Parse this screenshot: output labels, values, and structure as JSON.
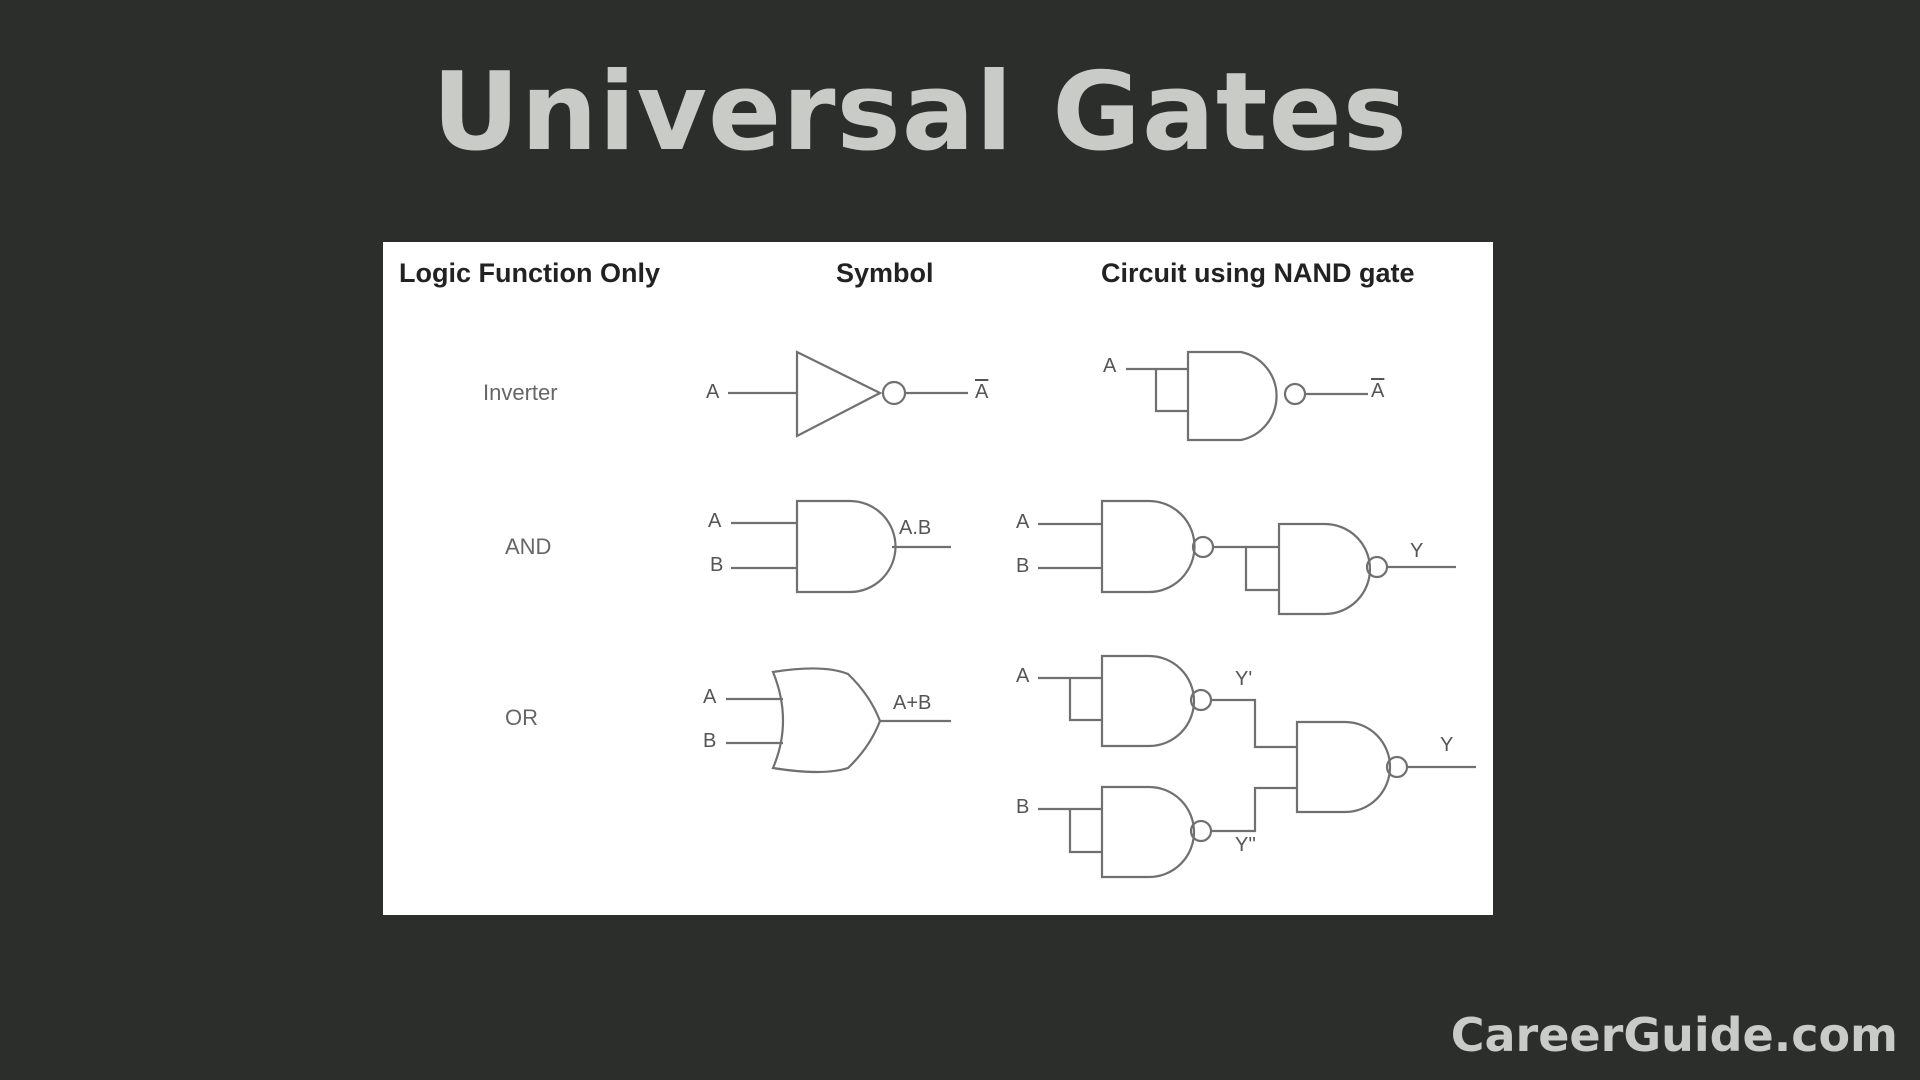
{
  "title": "Universal Gates",
  "brand": "CareerGuide.com",
  "colors": {
    "background": "#2b2e2a",
    "title_text": "#c9cbc7",
    "panel": "#ffffff",
    "line": "#707070"
  },
  "table": {
    "headers": [
      "Logic Function Only",
      "Symbol",
      "Circuit using NAND gate"
    ],
    "rows": [
      {
        "function": "Inverter",
        "symbol": {
          "inputs": [
            "A"
          ],
          "output": "A",
          "output_overline": true,
          "gate": "NOT"
        },
        "nand_circuit": {
          "inputs": [
            "A"
          ],
          "output": "A",
          "output_overline": true,
          "gates": 1
        }
      },
      {
        "function": "AND",
        "symbol": {
          "inputs": [
            "A",
            "B"
          ],
          "output": "A.B",
          "gate": "AND"
        },
        "nand_circuit": {
          "inputs": [
            "A",
            "B"
          ],
          "output": "Y",
          "gates": 2
        }
      },
      {
        "function": "OR",
        "symbol": {
          "inputs": [
            "A",
            "B"
          ],
          "output": "A+B",
          "gate": "OR"
        },
        "nand_circuit": {
          "inputs": [
            "A",
            "B"
          ],
          "intermediate": [
            "Y'",
            "Y''"
          ],
          "output": "Y",
          "gates": 3
        }
      }
    ]
  }
}
